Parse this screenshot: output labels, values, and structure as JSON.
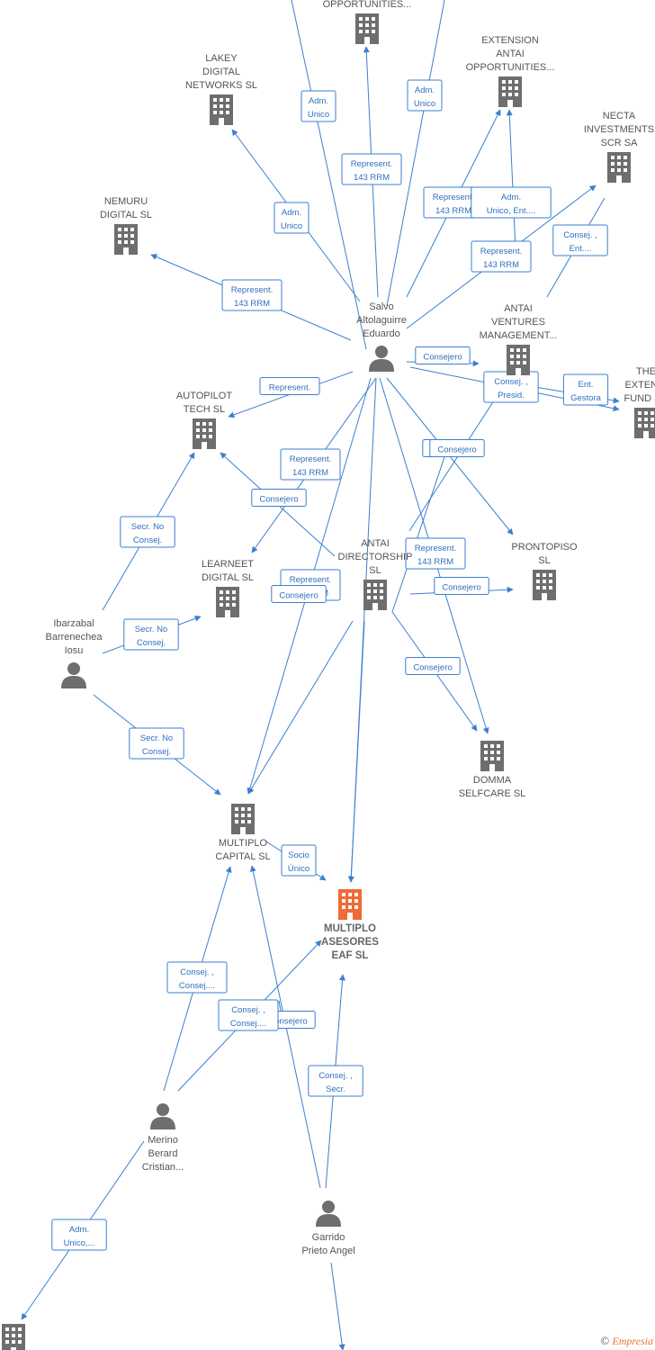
{
  "colors": {
    "edge": "#3a7fd0",
    "icon": "#6e6e6e",
    "highlight": "#f06a35",
    "label": "#555555"
  },
  "nodes": [
    {
      "id": "opp_top",
      "type": "company",
      "label": [
        "OPPORTUNITIES..."
      ]
    },
    {
      "id": "extension",
      "type": "company",
      "label": [
        "EXTENSION",
        "ANTAI",
        "OPPORTUNITIES..."
      ]
    },
    {
      "id": "lakey",
      "type": "company",
      "label": [
        "LAKEY",
        "DIGITAL",
        "NETWORKS  SL"
      ]
    },
    {
      "id": "necta",
      "type": "company",
      "label": [
        "NECTA",
        "INVESTMENTS",
        "SCR SA"
      ]
    },
    {
      "id": "nemuru",
      "type": "company",
      "label": [
        "NEMURU",
        "DIGITAL  SL"
      ]
    },
    {
      "id": "salvo",
      "type": "person",
      "label": [
        "Salvo",
        "Altolaguirre",
        "Eduardo"
      ]
    },
    {
      "id": "antai_ventures",
      "type": "company",
      "label": [
        "ANTAI",
        "VENTURES",
        "MANAGEMENT..."
      ]
    },
    {
      "id": "the_ext",
      "type": "company",
      "label": [
        "THE",
        "EXTENSI",
        "FUND SC"
      ]
    },
    {
      "id": "autopilot",
      "type": "company",
      "label": [
        "AUTOPILOT",
        "TECH  SL"
      ]
    },
    {
      "id": "learneet",
      "type": "company",
      "label": [
        "LEARNEET",
        "DIGITAL  SL"
      ]
    },
    {
      "id": "antai_dir",
      "type": "company",
      "label": [
        "ANTAI",
        "DIRECTORSHIP",
        "SL"
      ]
    },
    {
      "id": "prontopiso",
      "type": "company",
      "label": [
        "PRONTOPISO",
        "SL"
      ]
    },
    {
      "id": "ibarzabal",
      "type": "person",
      "label": [
        "Ibarzabal",
        "Barrenechea",
        "Iosu"
      ]
    },
    {
      "id": "domma",
      "type": "company",
      "label": [
        "DOMMA",
        "SELFCARE  SL"
      ]
    },
    {
      "id": "multiplo_cap",
      "type": "company",
      "label": [
        "MULTIPLO",
        "CAPITAL  SL"
      ]
    },
    {
      "id": "multiplo_ase",
      "type": "company",
      "highlight": true,
      "label": [
        "MULTIPLO",
        "ASESORES",
        "EAF  SL"
      ]
    },
    {
      "id": "merino",
      "type": "person",
      "label": [
        "Merino",
        "Berard",
        "Cristian..."
      ]
    },
    {
      "id": "garrido",
      "type": "person",
      "label": [
        "Garrido",
        "Prieto Angel"
      ]
    },
    {
      "id": "bottom_left",
      "type": "company",
      "label": []
    }
  ],
  "edges": [
    {
      "label": [
        "Adm.",
        "Unico"
      ]
    },
    {
      "label": [
        "Represent.",
        "143 RRM"
      ]
    },
    {
      "label": [
        "Adm.",
        "Unico"
      ]
    },
    {
      "label": [
        "Adm.",
        "Unico"
      ]
    },
    {
      "label": [
        "Represent.",
        "143 RRM"
      ]
    },
    {
      "label": [
        "Represent.",
        "143 RRM"
      ]
    },
    {
      "label": [
        "Adm.",
        "Unico, Ent...."
      ]
    },
    {
      "label": [
        "Represent.",
        "143 RRM"
      ]
    },
    {
      "label": [
        "Consej. ,",
        "Ent...."
      ]
    },
    {
      "label": [
        "Consejero"
      ]
    },
    {
      "label": [
        "Consej. ,",
        "Presid."
      ]
    },
    {
      "label": [
        "Ent.",
        "Gestora"
      ]
    },
    {
      "label": [
        "Represent."
      ]
    },
    {
      "label": [
        "Represent.",
        "143 RRM"
      ]
    },
    {
      "label": [
        "Consejero"
      ]
    },
    {
      "label": [
        "Consejero"
      ]
    },
    {
      "label": [
        "Represent.",
        "143 RRM"
      ]
    },
    {
      "label": [
        "Represent.",
        "143 RRM"
      ]
    },
    {
      "label": [
        "Consejero"
      ]
    },
    {
      "label": [
        "Consejero"
      ]
    },
    {
      "label": [
        "Consejero"
      ]
    },
    {
      "label": [
        "Consejero"
      ]
    },
    {
      "label": [
        "Secr.  No",
        "Consej."
      ]
    },
    {
      "label": [
        "Secr.  No",
        "Consej."
      ]
    },
    {
      "label": [
        "Secr.  No",
        "Consej."
      ]
    },
    {
      "label": [
        "Socio",
        "Único"
      ]
    },
    {
      "label": [
        "Consej. ,",
        "Consej...."
      ]
    },
    {
      "label": [
        "Consejero"
      ]
    },
    {
      "label": [
        "Consej. ,",
        "Consej...."
      ]
    },
    {
      "label": [
        "Consej. ,",
        "Secr."
      ]
    },
    {
      "label": [
        "Adm.",
        "Unico,..."
      ]
    }
  ],
  "footer": {
    "copyright": "©",
    "brand": "Empresia"
  }
}
